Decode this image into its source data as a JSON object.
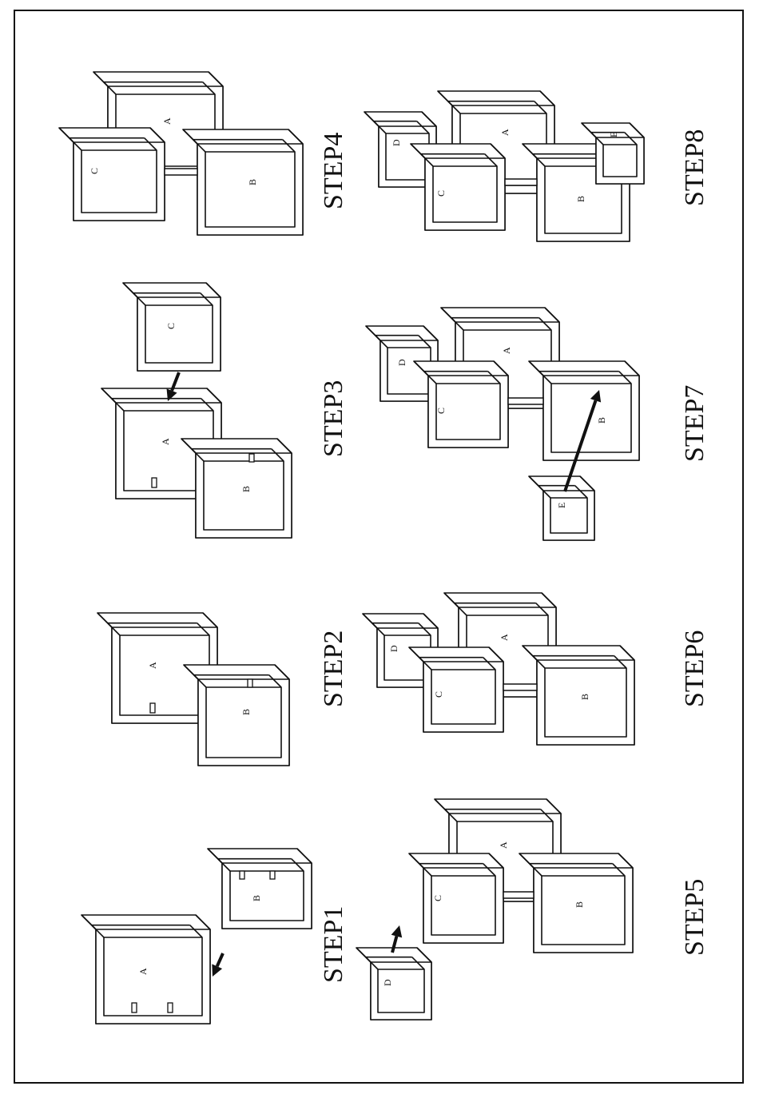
{
  "steps": [
    {
      "label": "STEP1"
    },
    {
      "label": "STEP2"
    },
    {
      "label": "STEP3"
    },
    {
      "label": "STEP4"
    },
    {
      "label": "STEP5"
    },
    {
      "label": "STEP6"
    },
    {
      "label": "STEP7"
    },
    {
      "label": "STEP8"
    }
  ],
  "parts": {
    "a": "A",
    "b": "B",
    "c": "C",
    "d": "D",
    "e": "E"
  }
}
